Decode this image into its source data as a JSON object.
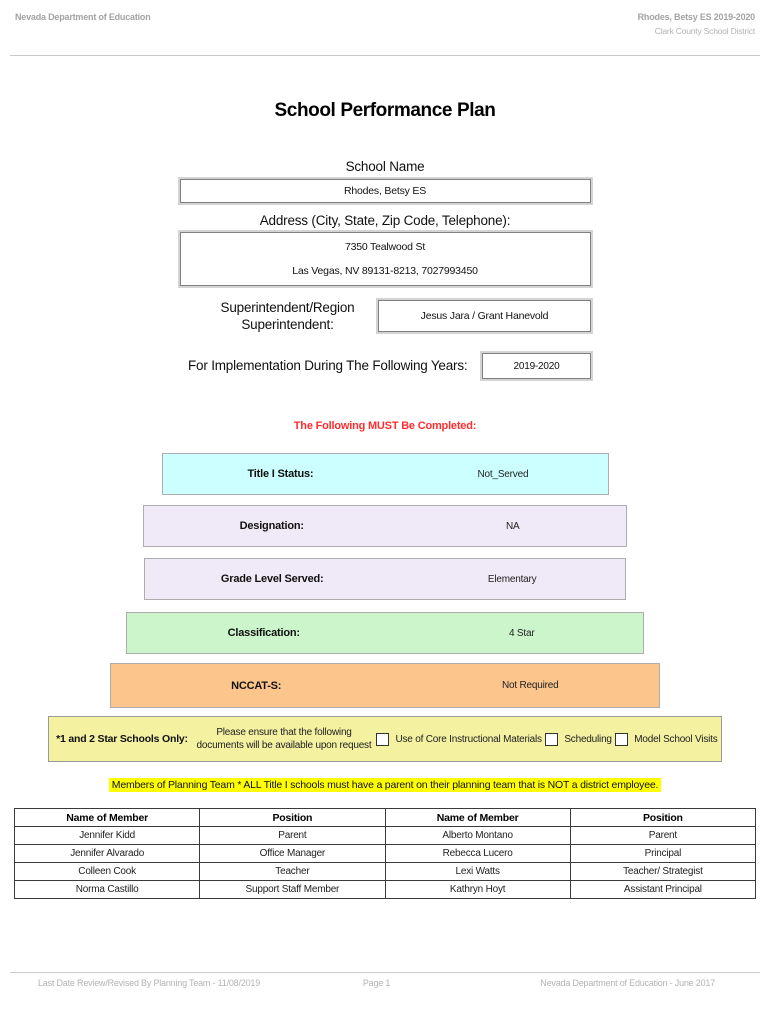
{
  "header": {
    "left": "Nevada Department of Education",
    "right_line1": "Rhodes, Betsy ES  2019-2020",
    "right_line2": "Clark County School District"
  },
  "title": "School Performance Plan",
  "form": {
    "school_name_label": "School Name",
    "school_name_value": "Rhodes, Betsy ES",
    "address_label": "Address (City, State, Zip Code, Telephone):",
    "address_line1": "7350 Tealwood St",
    "address_line2": "Las Vegas, NV  89131-8213, 7027993450",
    "superintendent_label": "Superintendent/Region Superintendent:",
    "superintendent_value": "Jesus Jara / Grant Hanevold",
    "implementation_label": "For Implementation During The Following Years:",
    "implementation_value": "2019-2020"
  },
  "must_completed_note": "The Following MUST Be Completed:",
  "status_rows": [
    {
      "label": "Title I Status:",
      "value": "Not_Served",
      "color": "#ccffff"
    },
    {
      "label": "Designation:",
      "value": "NA",
      "color": "#f0e9f7"
    },
    {
      "label": "Grade Level Served:",
      "value": "Elementary",
      "color": "#f0e9f7"
    },
    {
      "label": "Classification:",
      "value": "4 Star",
      "color": "#cdf5cb"
    },
    {
      "label": "NCCAT-S:",
      "value": "Not Required",
      "color": "#fbc58b"
    }
  ],
  "star_schools": {
    "label": "*1 and 2 Star Schools Only:",
    "note_line1": "Please ensure that the following",
    "note_line2": "documents will be available upon request",
    "checkboxes": [
      "Use of Core Instructional Materials",
      "Scheduling",
      "Model School Visits"
    ],
    "background_color": "#f4f1a1"
  },
  "planning_note": "Members of Planning Team * ALL Title I schools must have a parent on their planning team that is NOT a district employee.",
  "planning_note_highlight_color": "#ffff00",
  "members_table": {
    "headers": [
      "Name of Member",
      "Position",
      "Name of Member",
      "Position"
    ],
    "rows": [
      [
        "Jennifer Kidd",
        "Parent",
        "Alberto Montano",
        "Parent"
      ],
      [
        "Jennifer Alvarado",
        "Office Manager",
        "Rebecca Lucero",
        "Principal"
      ],
      [
        "Colleen Cook",
        "Teacher",
        "Lexi Watts",
        "Teacher/ Strategist"
      ],
      [
        "Norma Castillo",
        "Support Staff Member",
        "Kathryn Hoyt",
        "Assistant Principal"
      ]
    ]
  },
  "footer": {
    "left": "Last Date Review/Revised By Planning Team - 11/08/2019",
    "center": "Page 1",
    "right": "Nevada Department of Education - June 2017"
  }
}
